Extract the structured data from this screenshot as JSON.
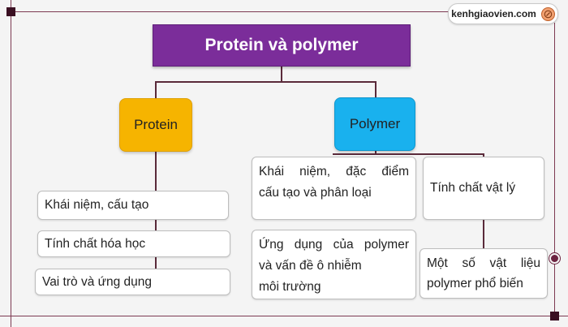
{
  "brand": {
    "text": "kenhgiaovien.com",
    "icon": "compass-icon"
  },
  "colors": {
    "root": "#7b2d9a",
    "protein": "#f6b400",
    "polymer": "#19b1ee",
    "frame": "#7d3a52"
  },
  "diagram": {
    "root": "Protein và polymer",
    "protein": {
      "label": "Protein",
      "items": [
        "Khái niệm, cấu tạo",
        "Tính chất hóa học",
        "Vai trò và ứng dụng"
      ]
    },
    "polymer": {
      "label": "Polymer",
      "left_items": [
        {
          "line1": "Khái niệm, đặc điểm",
          "line2": "cấu tạo và phân loại"
        },
        {
          "line1": "Ứng dụng của polymer",
          "line2": "và vấn đề ô nhiễm",
          "line3": "môi trường"
        }
      ],
      "right_items": [
        "Tính chất vật lý",
        {
          "line1": "Một số vật liệu",
          "line2": "polymer phổ biến"
        }
      ]
    }
  }
}
